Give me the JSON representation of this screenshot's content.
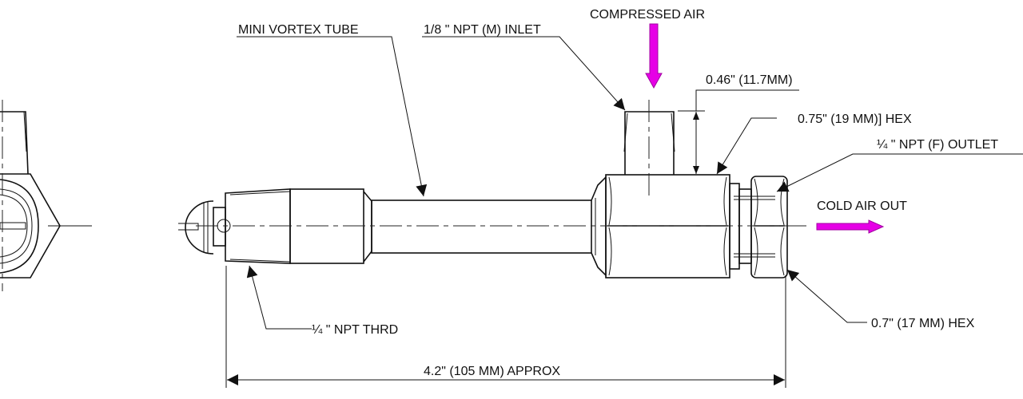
{
  "drawing": {
    "labels": {
      "mini_vortex_tube": "MINI VORTEX TUBE",
      "inlet": "1/8 \" NPT (M) INLET",
      "compressed_air": "COMPRESSED AIR",
      "inlet_height": "0.46\" (11.7MM)",
      "body_hex": "0.75\" (19 MM)] HEX",
      "outlet": "¼ \" NPT (F) OUTLET",
      "cold_air_out": "COLD AIR OUT",
      "outlet_hex": "0.7\" (17 MM) HEX",
      "thread": "¼ \" NPT THRD",
      "overall_length": "4.2\" (105 MM) APPROX"
    },
    "colors": {
      "flow_arrow": "#e600e6",
      "line": "#111111"
    }
  }
}
